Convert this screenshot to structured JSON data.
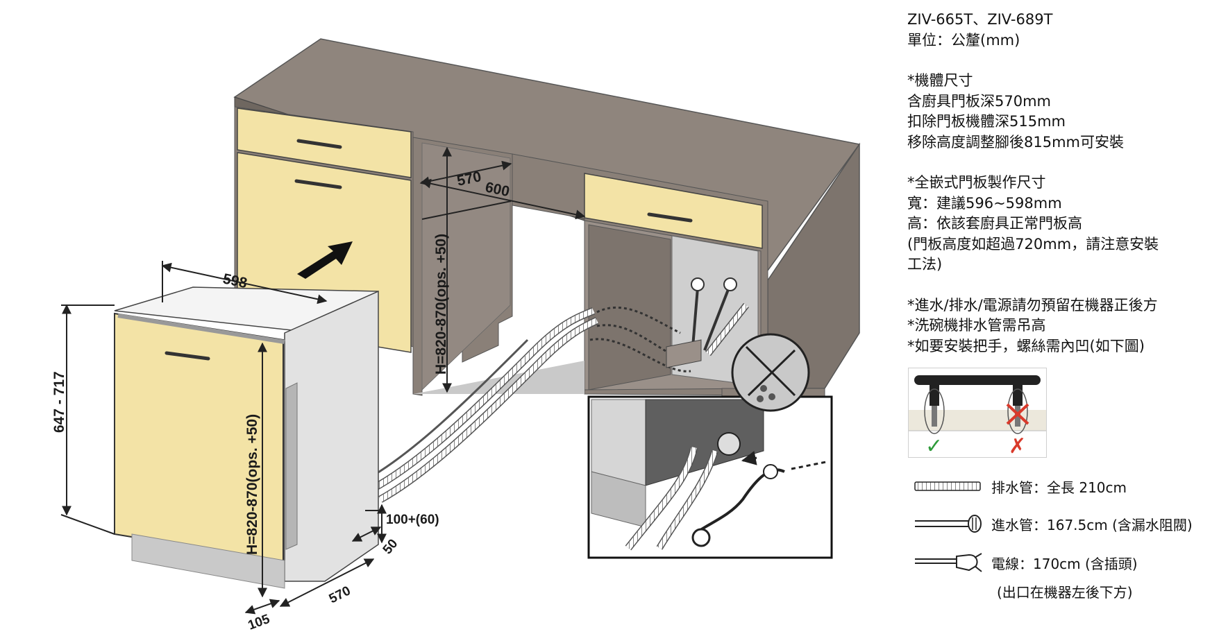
{
  "diagram": {
    "labels": {
      "dim_598": "598",
      "dim_570_top": "570",
      "dim_600": "600",
      "dim_h_cabinet": "H=820-870(ops. +50)",
      "dim_h_unit": "H=820-870(ops. +50)",
      "dim_647_717": "647 - 717",
      "dim_100_60": "100+(60)",
      "dim_50": "50",
      "dim_570_bottom": "570",
      "dim_105": "105"
    },
    "colors": {
      "cabinet": "#8a8078",
      "cabinet_top": "#7a716a",
      "door": "#f3e3a6",
      "unit_side": "#e2e2e2",
      "unit_top": "#f4f4f4",
      "floor_gap": "#c9c9c9",
      "check": "#2e9b3a",
      "cross": "#d93a2b"
    }
  },
  "info": {
    "model": "ZIV-665T、ZIV-689T",
    "unit": "單位：公釐(mm)",
    "body_title": "*機體尺寸",
    "body_lines": [
      "含廚具門板深570mm",
      "扣除門板機體深515mm",
      "移除高度調整腳後815mm可安裝"
    ],
    "panel_title": "*全嵌式門板製作尺寸",
    "panel_lines": [
      "寬：建議596~598mm",
      "高：依該套廚具正常門板高",
      "(門板高度如超過720mm，請注意安裝",
      "工法)"
    ],
    "notes": [
      "*進水/排水/電源請勿預留在機器正後方",
      "*洗碗機排水管需吊高",
      "*如要安裝把手，螺絲需內凹(如下圖)"
    ]
  },
  "handle_example": {
    "ok_mark": "✓",
    "ng_mark": "✗"
  },
  "legend": {
    "drain_hose": "排水管：全長 210cm",
    "inlet_hose": "進水管：167.5cm (含漏水阻閥)",
    "power_cord": "電線：170cm (含插頭)",
    "power_cord_note": "(出口在機器左後下方)"
  }
}
